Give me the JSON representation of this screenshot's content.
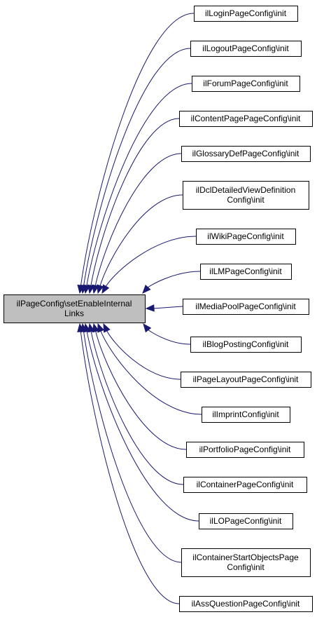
{
  "diagram": {
    "colors": {
      "edge": "#191970",
      "focus_fill": "#bfbfbf",
      "node_fill": "#ffffff",
      "node_border": "#000000"
    },
    "focus": {
      "lines": [
        "ilPageConfig\\setEnableInternal",
        "Links"
      ]
    },
    "callers": [
      {
        "lines": [
          "ilLoginPageConfig\\init"
        ]
      },
      {
        "lines": [
          "ilLogoutPageConfig\\init"
        ]
      },
      {
        "lines": [
          "ilForumPageConfig\\init"
        ]
      },
      {
        "lines": [
          "ilContentPagePageConfig\\init"
        ]
      },
      {
        "lines": [
          "ilGlossaryDefPageConfig\\init"
        ]
      },
      {
        "lines": [
          "ilDclDetailedViewDefinition",
          "Config\\init"
        ]
      },
      {
        "lines": [
          "ilWikiPageConfig\\init"
        ]
      },
      {
        "lines": [
          "ilLMPageConfig\\init"
        ]
      },
      {
        "lines": [
          "ilMediaPoolPageConfig\\init"
        ]
      },
      {
        "lines": [
          "ilBlogPostingConfig\\init"
        ]
      },
      {
        "lines": [
          "ilPageLayoutPageConfig\\init"
        ]
      },
      {
        "lines": [
          "ilImprintConfig\\init"
        ]
      },
      {
        "lines": [
          "ilPortfolioPageConfig\\init"
        ]
      },
      {
        "lines": [
          "ilContainerPageConfig\\init"
        ]
      },
      {
        "lines": [
          "ilLOPageConfig\\init"
        ]
      },
      {
        "lines": [
          "ilContainerStartObjectsPage",
          "Config\\init"
        ]
      },
      {
        "lines": [
          "ilAssQuestionPageConfig\\init"
        ]
      }
    ]
  }
}
